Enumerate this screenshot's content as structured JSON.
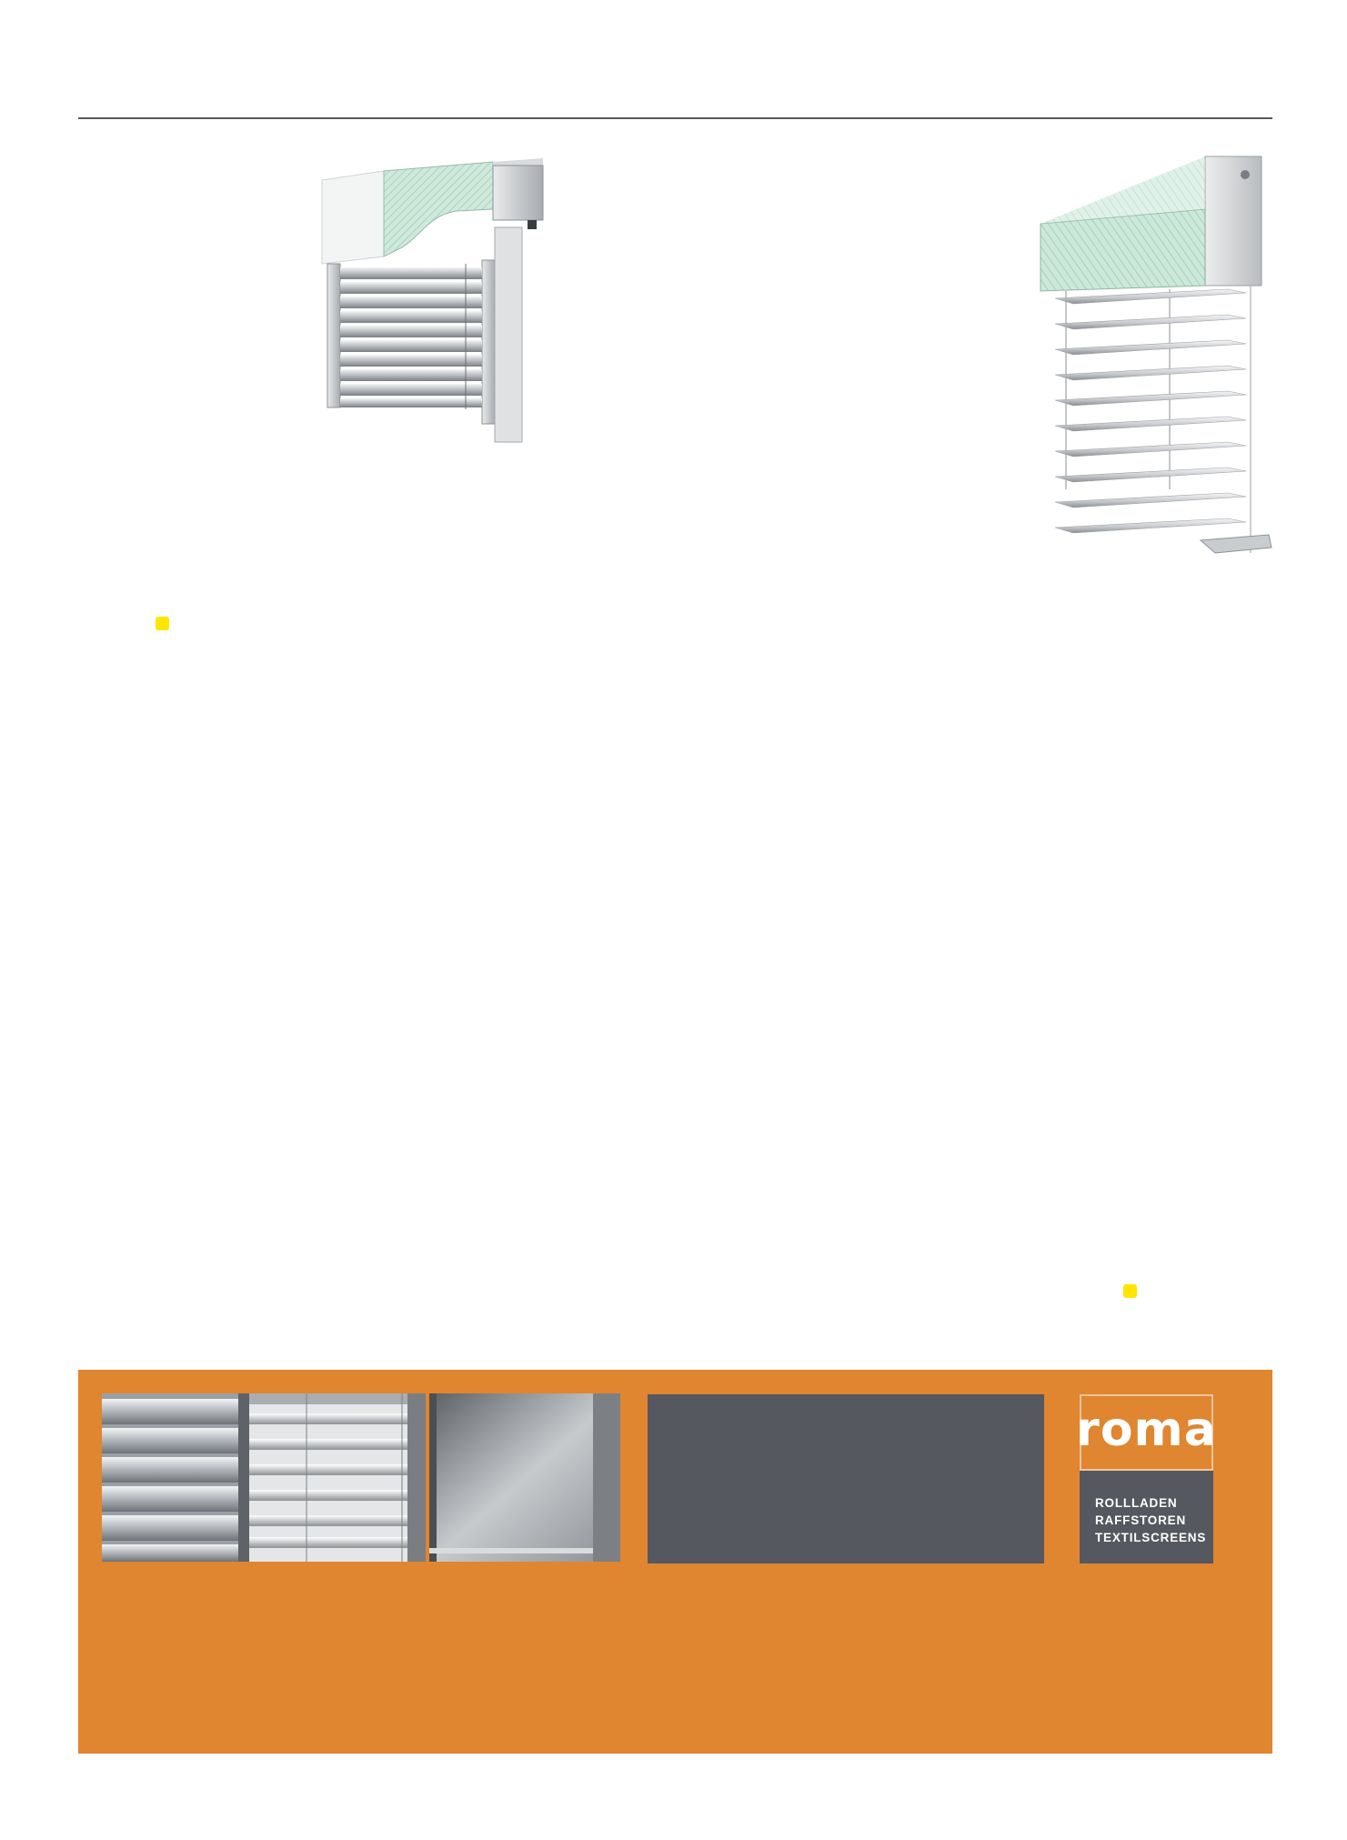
{
  "brand": {
    "logo_text": "roma",
    "taglines": [
      "ROLLLADEN",
      "RAFFSTOREN",
      "TEXTILSCREENS"
    ]
  },
  "colors": {
    "footer_orange": "#e08530",
    "panel_gray": "#55585e",
    "marker_yellow": "#ffe600",
    "rule": "#58595b"
  }
}
